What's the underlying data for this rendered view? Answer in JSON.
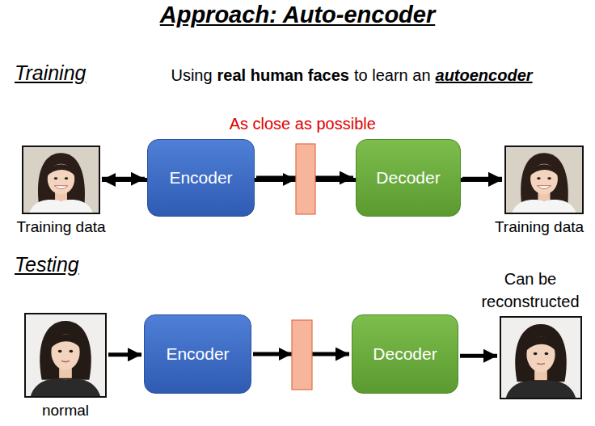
{
  "diagram": {
    "title": "Approach: Auto-encoder",
    "nodes": [
      {
        "text": [
          "Training data"
        ]
      },
      {
        "text": [
          "Encoder"
        ]
      },
      {
        "text": [
          "Decoder"
        ]
      },
      {
        "text": [
          "Training data"
        ]
      },
      {
        "text": [
          "normal"
        ]
      },
      {
        "text": [
          "Encoder"
        ]
      },
      {
        "text": [
          "Decoder"
        ]
      },
      {
        "text": [
          "Can be reconstructed"
        ]
      }
    ],
    "edges": [
      {
        "from": 0,
        "to": 1,
        "arrow": "to"
      },
      {
        "from": 1,
        "to": 2,
        "arrow": "to"
      },
      {
        "from": 2,
        "to": 3,
        "arrow": "to"
      },
      {
        "from": 0,
        "to": 3,
        "label": "As close as possible",
        "arrow": "both"
      },
      {
        "from": 4,
        "to": 5,
        "arrow": "to"
      },
      {
        "from": 5,
        "to": 6,
        "arrow": "to"
      },
      {
        "from": 6,
        "to": 7,
        "arrow": "to"
      }
    ],
    "labels": [
      "Training",
      "Using",
      "real human faces",
      "to learn an",
      "autoencoder",
      "Testing"
    ]
  }
}
